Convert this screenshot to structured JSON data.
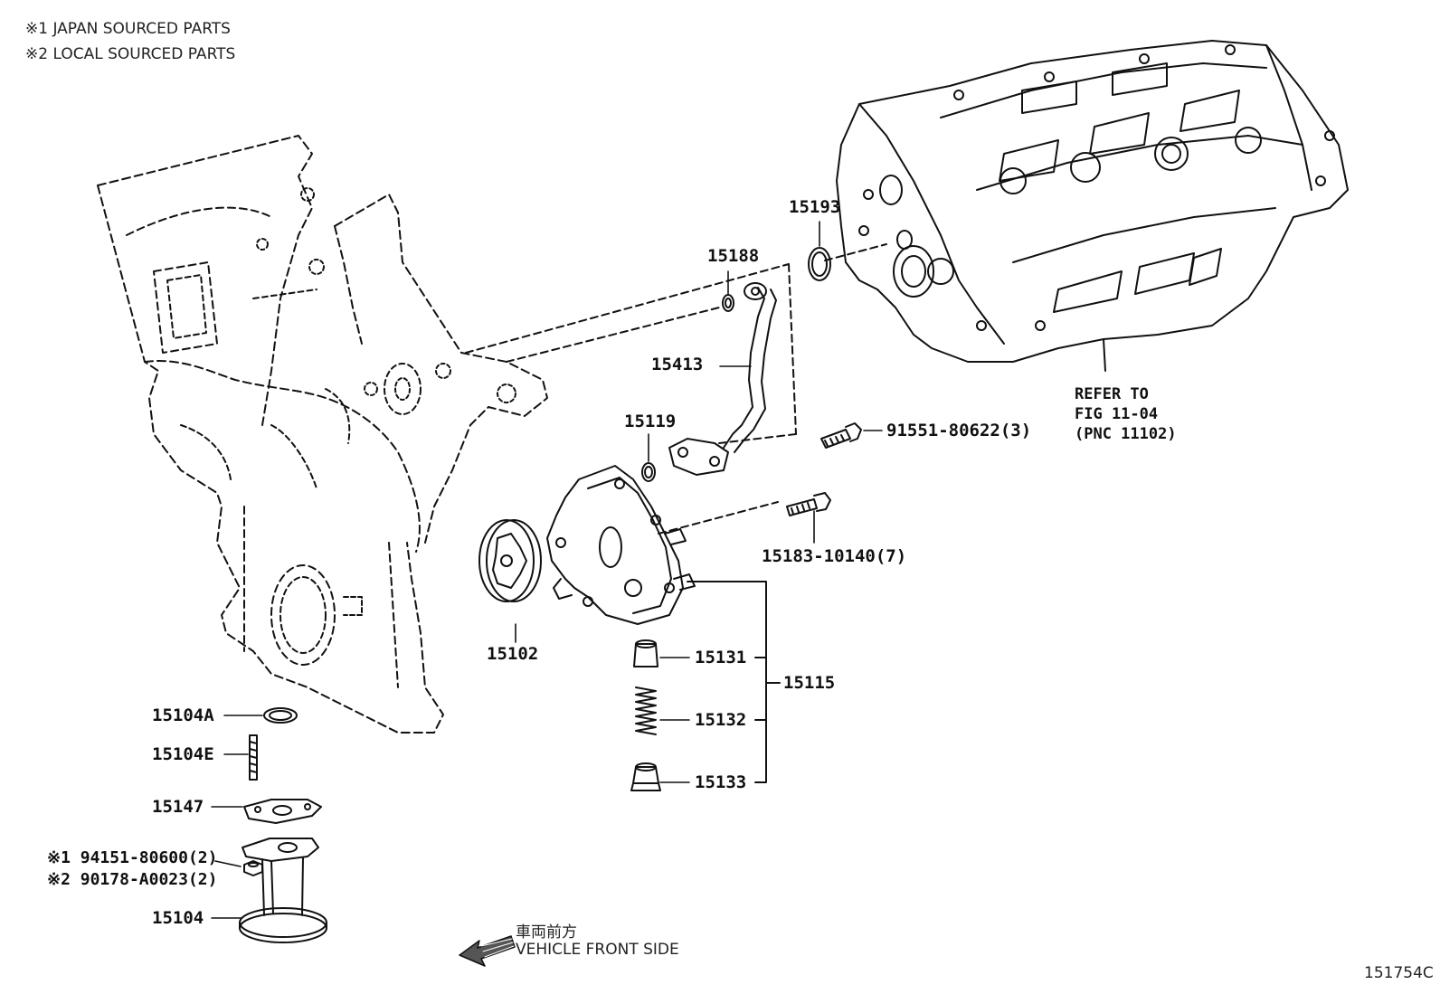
{
  "legend": {
    "note1": "※1 JAPAN SOURCED PARTS",
    "note2": "※2 LOCAL SOURCED PARTS"
  },
  "parts": {
    "p15193": "15193",
    "p15188": "15188",
    "p15413": "15413",
    "p15119": "15119",
    "p91551": "91551-80622(3)",
    "p15183": "15183-10140(7)",
    "p15102": "15102",
    "p15115": "15115",
    "p15131": "15131",
    "p15132": "15132",
    "p15133": "15133",
    "p15104A": "15104A",
    "p15104E": "15104E",
    "p15147": "15147",
    "p94151": "※1 94151-80600(2)",
    "p90178": "※2 90178-A0023(2)",
    "p15104": "15104"
  },
  "refer": {
    "line1": "REFER TO",
    "line2": "FIG 11-04",
    "line3": "(PNC 11102)"
  },
  "direction": {
    "jp": "車両前方",
    "en": "VEHICLE FRONT SIDE"
  },
  "figure_id": "151754C"
}
